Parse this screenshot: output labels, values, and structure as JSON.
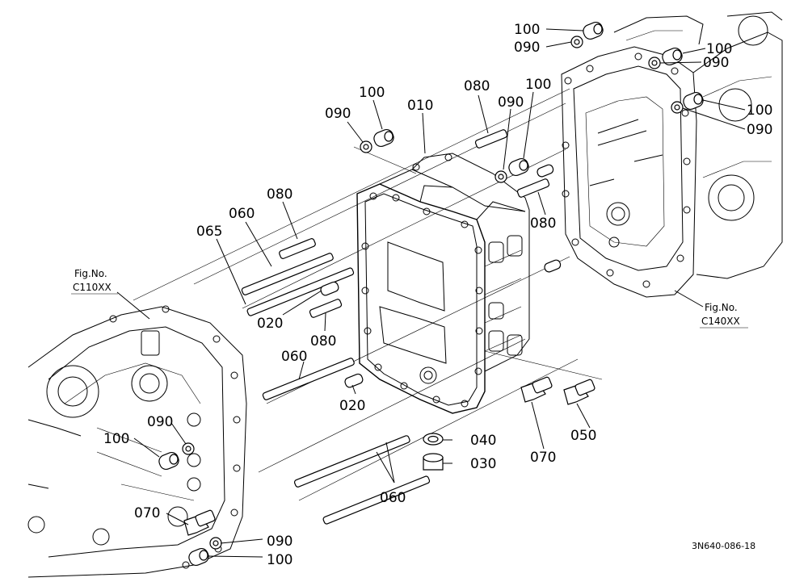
{
  "figure_refs": {
    "left": {
      "line1": "Fig.No.",
      "line2": "C110XX"
    },
    "right": {
      "line1": "Fig.No.",
      "line2": "C140XX"
    }
  },
  "drawing_code": "3N640-086-18",
  "parts": {
    "p010": "010",
    "p020a": "020",
    "p020b": "020",
    "p030": "030",
    "p040": "040",
    "p050": "050",
    "p060a": "060",
    "p060b": "060",
    "p060c": "060",
    "p065": "065",
    "p070a": "070",
    "p070b": "070",
    "p080a": "080",
    "p080b": "080",
    "p080c": "080",
    "p080d": "080",
    "p090a": "090",
    "p090b": "090",
    "p090c": "090",
    "p090d": "090",
    "p090e": "090",
    "p090f": "090",
    "p090g": "090",
    "p100a": "100",
    "p100b": "100",
    "p100c": "100",
    "p100d": "100",
    "p100e": "100",
    "p100f": "100",
    "p100g": "100"
  }
}
